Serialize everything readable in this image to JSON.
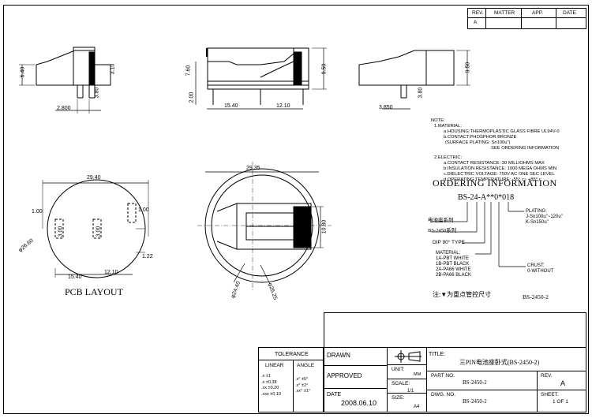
{
  "revision_table": {
    "headers": [
      "REV.",
      "MATTER",
      "APP.",
      "DATE"
    ],
    "row": [
      "A",
      "",
      "",
      ""
    ]
  },
  "top_views": {
    "side": {
      "height": "6.40",
      "pin_len": "3.10",
      "pin_w": "3.80",
      "spacing": "2.800"
    },
    "front": {
      "height": "7.60",
      "total": "9.50",
      "gap": "2.00",
      "left": "15.40",
      "right": "12.10"
    },
    "right_side": {
      "total": "9.50",
      "pin_w": "3.80",
      "spacing": "3.850"
    }
  },
  "notes": {
    "heading": "NOTE:",
    "material_heading": "1.MATERIAL:",
    "material_lines": [
      "a.HOUSING:THERMOPLASTIC GLASS FIBRE UL94V-0",
      "b.CONTACT:PHOSPHOR BRONZE",
      "(SURFACE PLATING: Sn100u\")",
      "SEE ORDERING INFORMATION"
    ],
    "electric_heading": "2.ELECTRIC:",
    "electric_lines": [
      "a.CONTACT RESISTANCE: 30 MILLIOHMS MAX",
      "b.INSULATION RESISTANCE: 1000 MEGA OHMS MIN",
      "c.DIELECTRIC VOLTAGE: 750V AC ONE SEC LEVEL",
      "d.OPERATING TEMPERATURE: -55° c~ +85° c"
    ]
  },
  "ordering": {
    "title": "ORDERING INFORMATION",
    "code": "BS-24-A**0*018",
    "series1": "电池座系列",
    "series2": "BS-2450系列",
    "dip": "DIP 90° TYPE",
    "material_heading": "MATERIAL:",
    "material_lines": [
      "1A-PBT WHITE",
      "1B-PBT BLACK",
      "2A-PA66 WHITE",
      "2B-PA66 BLACK"
    ],
    "plating_heading": "PLATING:",
    "plating_lines": [
      "J-Sn100u\"~120u\"",
      "K-Sn150u\""
    ],
    "crust_heading": "CRUST:",
    "crust_lines": [
      "0-WITHOUT"
    ],
    "note": "注:▼为重点管控尺寸",
    "part_ref": "BS-2450-2"
  },
  "pcb_layout": {
    "title": "PCB LAYOUT",
    "width": "29.40",
    "diameter": "φ26.60",
    "pad_left_w": "1.00",
    "pad_left_h": "3.00",
    "pad_right_w": "1.00",
    "pad_right_h": "3.00",
    "offset": "1.22",
    "x1": "15.40",
    "x2": "12.10"
  },
  "top_view": {
    "width": "29.35",
    "height": "10.80",
    "d1": "φ24.40",
    "d2": "φ26.25"
  },
  "title_block": {
    "tolerance_label": "TOLERANCE",
    "linear_label": "LINEAR",
    "angle_label": "ANGLE",
    "linear_values": [
      ".x  ±1",
      ".x  ±0.38",
      ".xx  ±0.20",
      ".xxx  ±0.10"
    ],
    "angle_values": [
      ".x°  ±5°",
      ".x°  ±2°",
      ".xx°  ±1°"
    ],
    "drawn_label": "DRAWN",
    "approved_label": "APPROVED",
    "date_label": "DATE",
    "date_value": "2008.06.10",
    "unit_label": "UNIT:",
    "unit_value": "MM",
    "scale_label": "SCALE:",
    "scale_value": "1/1",
    "size_label": "SIZE:",
    "size_value": "A4",
    "title_label": "TITLE:",
    "title_value": "三PIN电池座卧式(BS-2450-2)",
    "part_no_label": "PART NO.",
    "part_no_value": "BS-2450-2",
    "dwg_no_label": "DWG. NO.",
    "dwg_no_value": "BS-2450-2",
    "rev_label": "REV.",
    "rev_value": "A",
    "sheet_label": "SHEET.",
    "sheet_value": "1 OF 1"
  }
}
